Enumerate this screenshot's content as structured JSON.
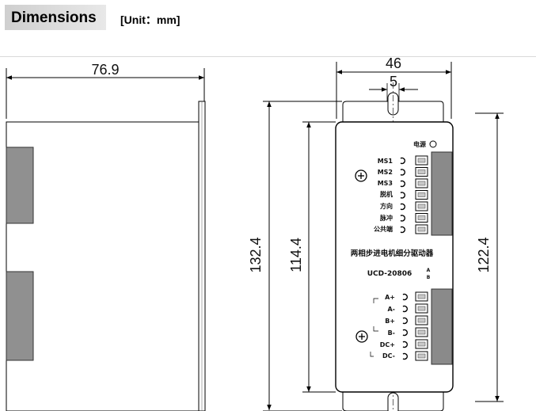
{
  "header": {
    "title": "Dimensions",
    "unit": "[Unit：mm]"
  },
  "dimensions": {
    "side_depth": "76.9",
    "front_width": "46",
    "slot_width": "5",
    "overall_height": "132.4",
    "inner_height": "114.4",
    "mount_height": "122.4"
  },
  "driver": {
    "power_label": "电源",
    "signal_terminals": [
      "MS1",
      "MS2",
      "MS3",
      "脱机",
      "方向",
      "脉冲",
      "公共端"
    ],
    "name": "两相步进电机细分驱动器",
    "model": "UCD-20806",
    "model_suffix_top": "A",
    "model_suffix_bottom": "B",
    "power_terminals": [
      "A+",
      "A-",
      "B+",
      "B-",
      "DC+",
      "DC-"
    ]
  }
}
